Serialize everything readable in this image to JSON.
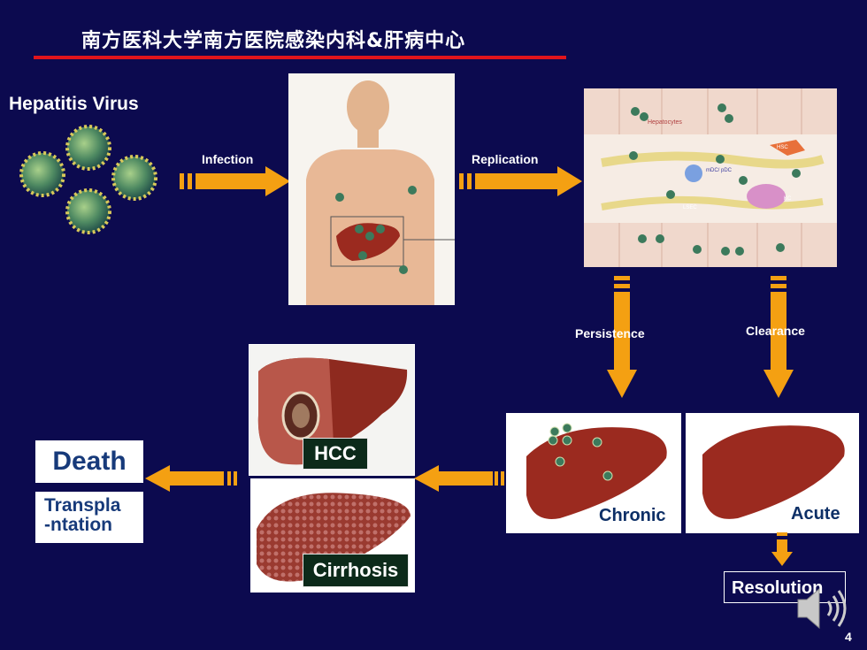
{
  "header": {
    "title": "南方医科大学南方医院感染内科&肝病中心"
  },
  "virus_label": "Hepatitis Virus",
  "steps": {
    "infection": "Infection",
    "replication": "Replication",
    "persistence": "Persistence",
    "clearance": "Clearance"
  },
  "tissue_labels": {
    "hepatocytes": "Hepatocytes",
    "hsc": "HSC",
    "mdc": "mDC/\npDC",
    "kc": "KC",
    "lsec": "LSEC"
  },
  "outcomes": {
    "hcc": "HCC",
    "cirrhosis": "Cirrhosis",
    "chronic": "Chronic",
    "acute": "Acute",
    "resolution": "Resolution",
    "death": "Death",
    "transplant": "Transpla\n-ntation"
  },
  "page_number": "4",
  "colors": {
    "background": "#0c0a4f",
    "arrow": "#f4a012",
    "rule": "#e1141c",
    "liver": "#9b2a1f"
  }
}
